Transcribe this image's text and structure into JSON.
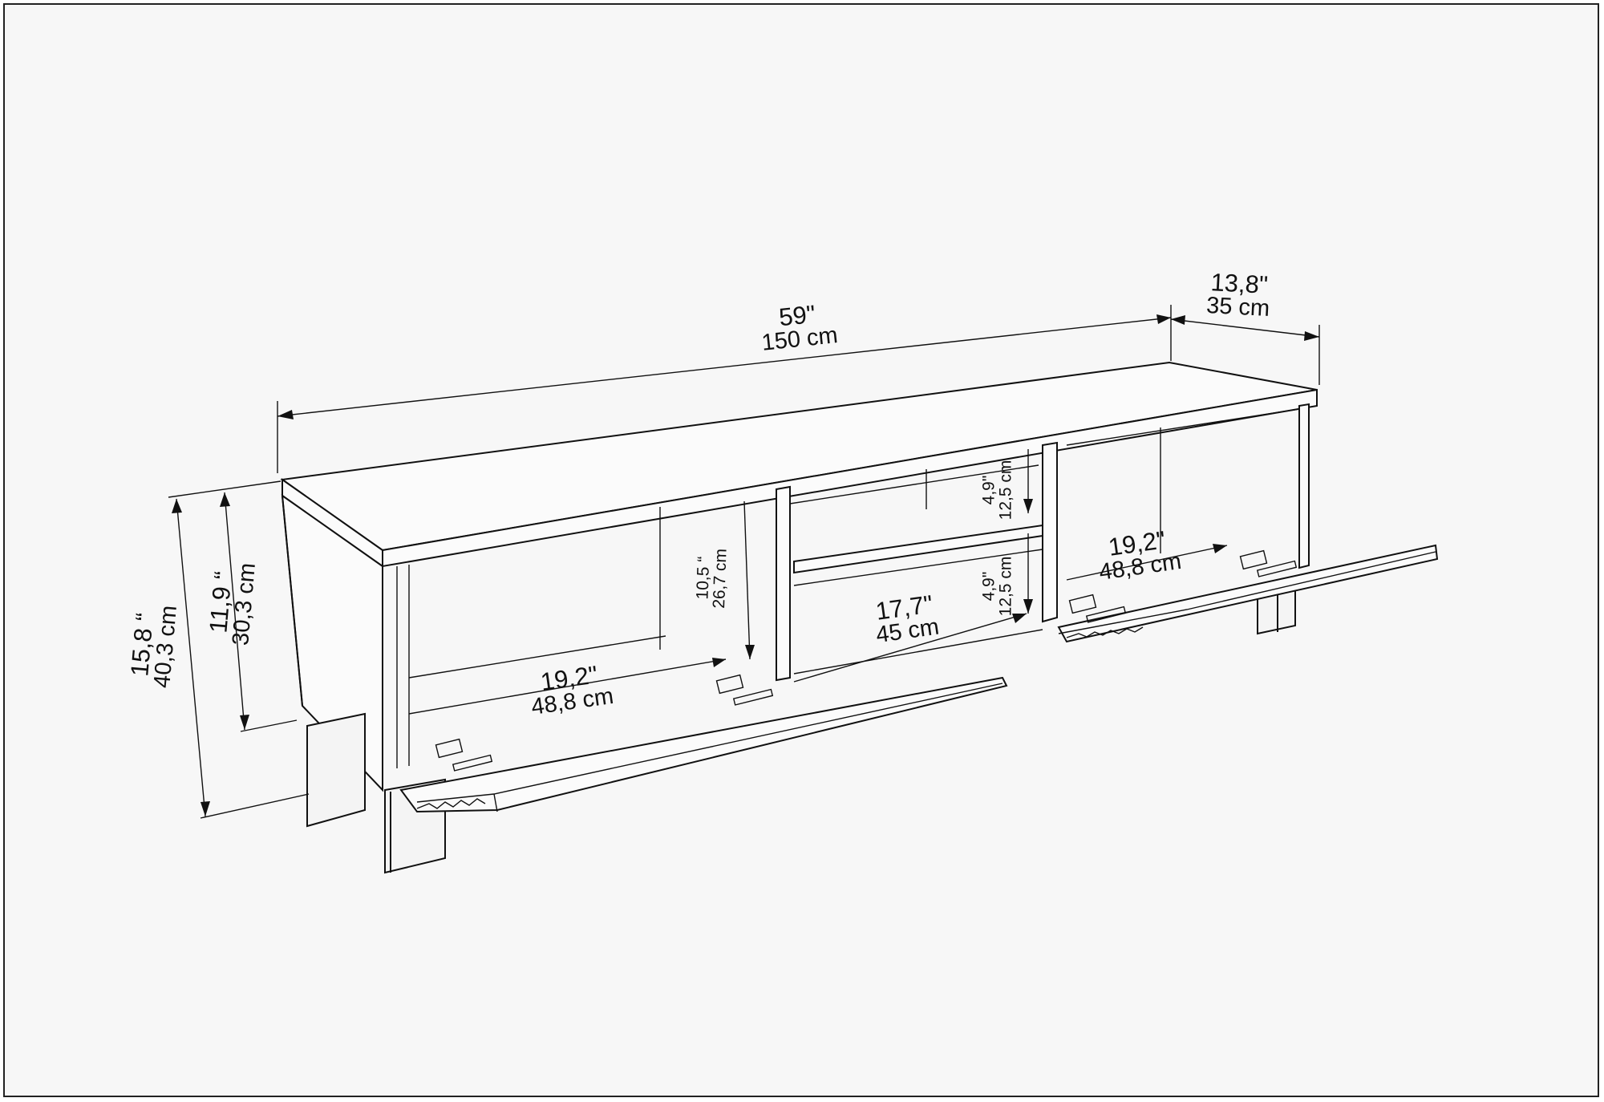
{
  "diagram": {
    "subject": "TV stand with two fold-down doors and center shelf",
    "dimensions": {
      "total_width": {
        "imperial": "59\"",
        "metric": "150 cm"
      },
      "depth": {
        "imperial": "13,8\"",
        "metric": "35 cm"
      },
      "total_height": {
        "imperial": "15,8 “",
        "metric": "40,3 cm"
      },
      "body_height": {
        "imperial": "11,9 “",
        "metric": "30,3 cm"
      },
      "left_compartment_height": {
        "imperial": "10,5 “",
        "metric": "26,7 cm"
      },
      "shelf_upper_gap": {
        "imperial": "4,9\"",
        "metric": "12,5 cm"
      },
      "shelf_lower_gap": {
        "imperial": "4,9\"",
        "metric": "12,5 cm"
      },
      "left_door_width": {
        "imperial": "19,2\"",
        "metric": "48,8 cm"
      },
      "center_width": {
        "imperial": "17,7\"",
        "metric": "45 cm"
      },
      "right_door_width": {
        "imperial": "19,2\"",
        "metric": "48,8 cm"
      }
    },
    "colors": {
      "line": "#111111",
      "background": "#f7f7f7",
      "border": "#222222"
    }
  }
}
